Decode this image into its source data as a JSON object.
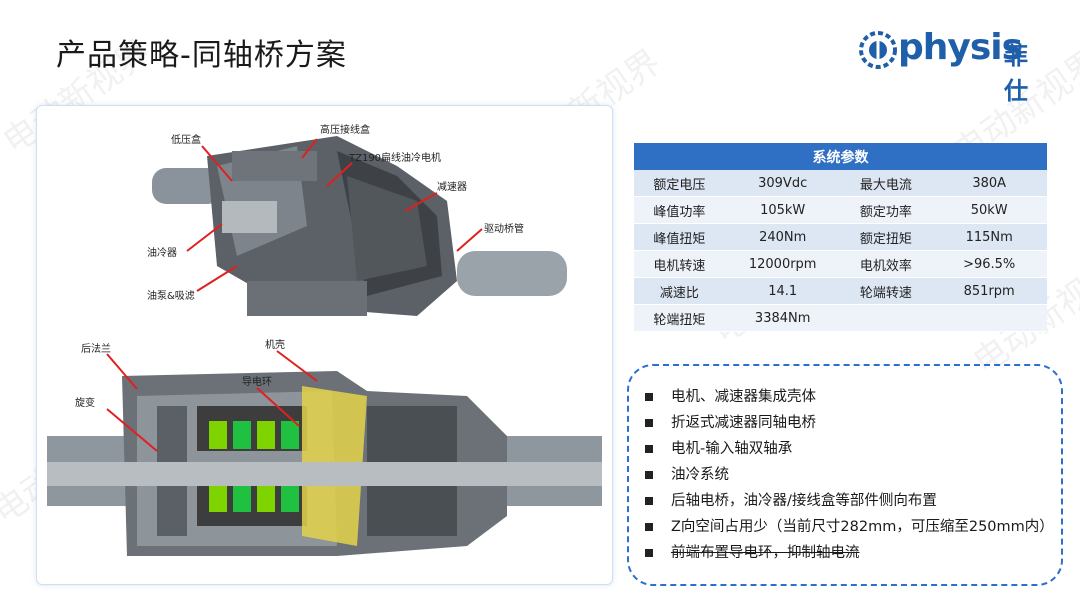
{
  "title": "产品策略-同轴桥方案",
  "logo": {
    "brand": "physis",
    "cn": "菲仕"
  },
  "watermark": "电动新视界",
  "image_labels": {
    "low_voltage_box": "低压盒",
    "hv_junction_box": "高压接线盒",
    "motor": "TZ190扁线油冷电机",
    "reducer": "减速器",
    "oil_cooler": "油冷器",
    "axle_tube": "驱动桥管",
    "oil_pump": "油泵&吸滤",
    "rear_flange": "后法兰",
    "housing": "机壳",
    "conductive_ring": "导电环",
    "resolver": "旋变"
  },
  "params": {
    "header": "系统参数",
    "rows": [
      [
        "额定电压",
        "309Vdc",
        "最大电流",
        "380A"
      ],
      [
        "峰值功率",
        "105kW",
        "额定功率",
        "50kW"
      ],
      [
        "峰值扭矩",
        "240Nm",
        "额定扭矩",
        "115Nm"
      ],
      [
        "电机转速",
        "12000rpm",
        "电机效率",
        ">96.5%"
      ],
      [
        "减速比",
        "14.1",
        "轮端转速",
        "851rpm"
      ],
      [
        "轮端扭矩",
        "3384Nm",
        "",
        ""
      ]
    ]
  },
  "bullets": [
    "电机、减速器集成壳体",
    "折返式减速器同轴电桥",
    "电机-输入轴双轴承",
    "油冷系统",
    "后轴电桥，油冷器/接线盒等部件侧向布置",
    "Z向空间占用少（当前尺寸282mm，可压缩至250mm内）",
    "前端布置导电环，抑制轴电流"
  ]
}
